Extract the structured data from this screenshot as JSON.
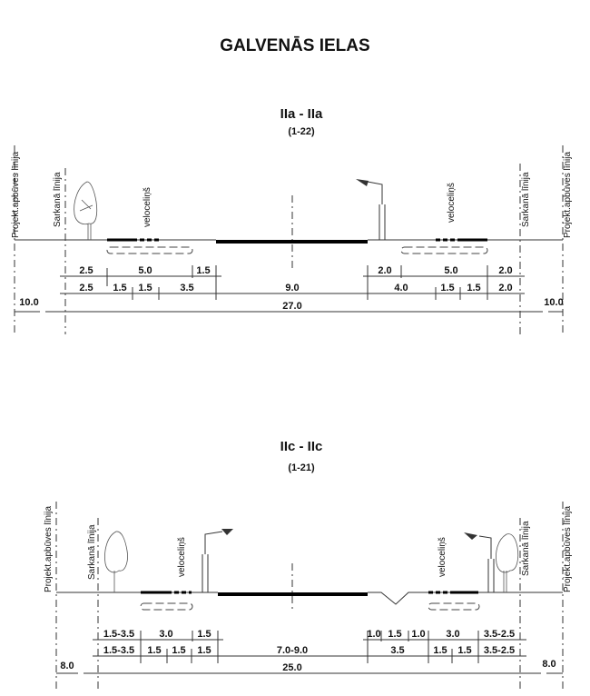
{
  "title": "GALVENĀS IELAS",
  "labels": {
    "building_line": "Projekt.apbūves līnija",
    "red_line": "Sarkanā līnija",
    "bike_path": "veloceliņš"
  },
  "sections": [
    {
      "name": "IIa - IIa",
      "code": "(1-22)",
      "dim_row1": [
        "2.5",
        "5.0",
        "1.5",
        "2.0",
        "5.0",
        "2.0"
      ],
      "dim_row2": [
        "2.5",
        "1.5",
        "1.5",
        "3.5",
        "9.0",
        "4.0",
        "1.5",
        "1.5",
        "2.0"
      ],
      "dim_row3": [
        "10.0",
        "27.0",
        "10.0"
      ]
    },
    {
      "name": "IIc - IIc",
      "code": "(1-21)",
      "dim_row1": [
        "1.5-3.5",
        "3.0",
        "1.5",
        "1.0",
        "1.5",
        "1.0",
        "3.0",
        "3.5-2.5"
      ],
      "dim_row2": [
        "1.5-3.5",
        "1.5",
        "1.5",
        "1.5",
        "7.0-9.0",
        "3.5",
        "1.5",
        "1.5",
        "3.5-2.5"
      ],
      "dim_row3": [
        "8.0",
        "25.0",
        "8.0"
      ]
    }
  ]
}
